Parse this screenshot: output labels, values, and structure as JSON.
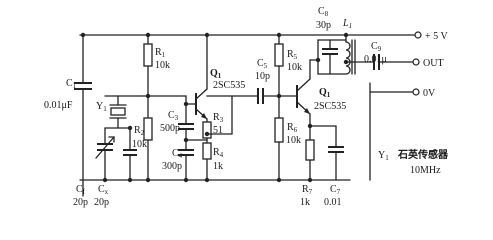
{
  "supply": {
    "label": "+ 5 V"
  },
  "outputs": {
    "out": "OUT",
    "zero": "0V"
  },
  "components": {
    "C1": {
      "ref": "C",
      "sub": "1",
      "value": "0.01μF"
    },
    "Cf": {
      "ref": "C",
      "sub": "f",
      "value": "20p"
    },
    "Cx": {
      "ref": "C",
      "sub": "x",
      "value": "20p"
    },
    "Y1": {
      "ref": "Y",
      "sub": "1",
      "value": "石英传感器",
      "value2": "10MHz"
    },
    "R1": {
      "ref": "R",
      "sub": "1",
      "value": "10k"
    },
    "R2": {
      "ref": "R",
      "sub": "2",
      "value": "10k"
    },
    "C3": {
      "ref": "C",
      "sub": "3",
      "value": "500p"
    },
    "C4": {
      "ref": "C",
      "sub": "4",
      "value": "300p"
    },
    "R3": {
      "ref": "R",
      "sub": "3",
      "value": "51"
    },
    "R4": {
      "ref": "R",
      "sub": "4",
      "value": "1k"
    },
    "Q1a": {
      "ref": "Q",
      "sub": "1",
      "value": "2SC535"
    },
    "C5": {
      "ref": "C",
      "sub": "5",
      "value": "10p"
    },
    "R5": {
      "ref": "R",
      "sub": "5",
      "value": "10k"
    },
    "R6": {
      "ref": "R",
      "sub": "6",
      "value": "10k"
    },
    "Q1b": {
      "ref": "Q",
      "sub": "1",
      "value": "2SC535"
    },
    "R7": {
      "ref": "R",
      "sub": "7",
      "value": "1k"
    },
    "C7": {
      "ref": "C",
      "sub": "7",
      "value": "0.01"
    },
    "C8": {
      "ref": "C",
      "sub": "8",
      "value": "30p"
    },
    "L1": {
      "ref": "L",
      "sub": "1"
    },
    "C9": {
      "ref": "C",
      "sub": "9",
      "value": "0.01μ"
    }
  }
}
